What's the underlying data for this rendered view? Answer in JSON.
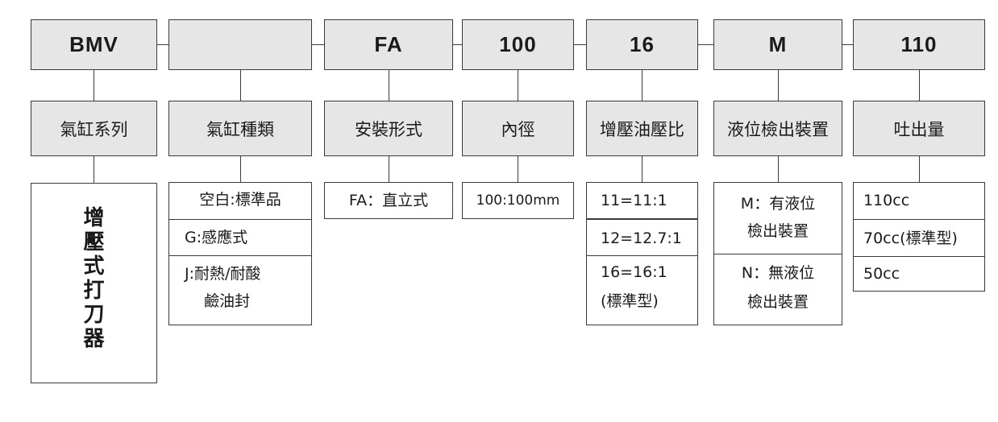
{
  "codes": [
    "BMV",
    "",
    "FA",
    "100",
    "16",
    "M",
    "110"
  ],
  "categories": [
    "氣缸系列",
    "氣缸種類",
    "安裝形式",
    "內徑",
    "增壓油壓比",
    "液位檢出裝置",
    "吐出量"
  ],
  "series_desc": [
    "增",
    "壓",
    "式",
    "打",
    "刀",
    "器"
  ],
  "type_options": [
    "空白:標準品",
    "G:感應式",
    "J:耐熱/耐酸",
    "鹼油封"
  ],
  "mount_options": [
    "FA：直立式"
  ],
  "bore_options": [
    "100:100mm"
  ],
  "ratio_options": [
    "11=11:1",
    "12=12.7:1",
    "16=16:1",
    "(標準型)"
  ],
  "level_options": [
    "M：有液位",
    "檢出裝置",
    "N：無液位",
    "檢出裝置"
  ],
  "output_options": [
    "110cc",
    "70cc(標準型)",
    "50cc"
  ]
}
